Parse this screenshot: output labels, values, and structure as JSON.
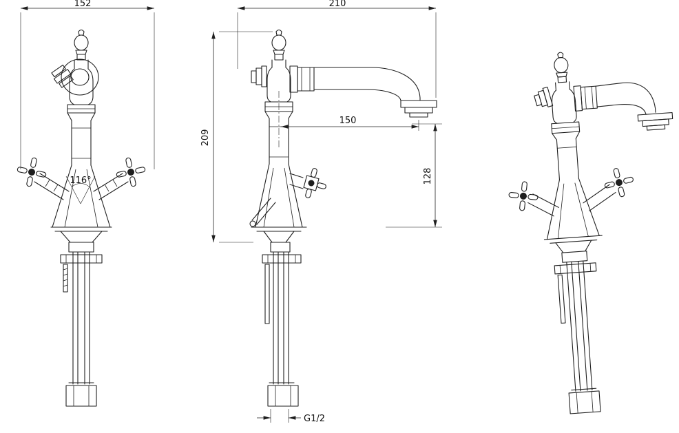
{
  "dimensions": {
    "front_overall_width": "152",
    "handle_angle": "116°",
    "side_overall_length": "210",
    "side_overall_height": "209",
    "spout_reach": "150",
    "spout_to_base_height": "128",
    "connection_thread": "G1/2"
  }
}
